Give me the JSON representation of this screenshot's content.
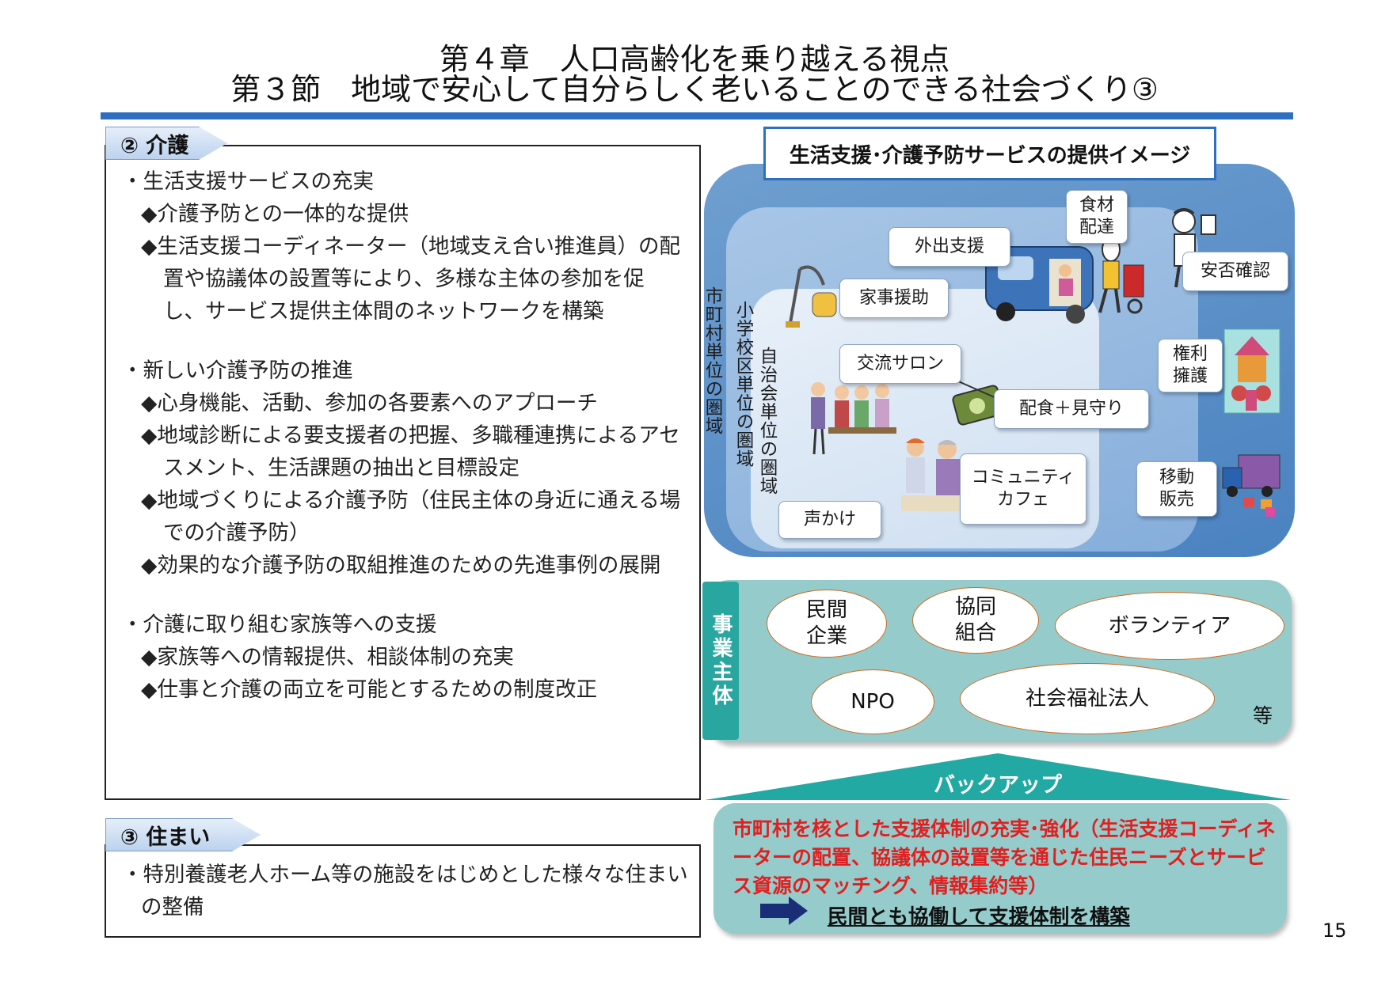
{
  "header": {
    "chapter_title": "第４章　人口高齢化を乗り越える視点",
    "section_title": "第３節　地域で安心して自分らしく老いることのできる社会づくり③"
  },
  "care": {
    "tag": "② 介護",
    "items": [
      {
        "kind": "h",
        "text": "・生活支援サービスの充実"
      },
      {
        "kind": "b",
        "text": "◆介護予防との一体的な提供"
      },
      {
        "kind": "b",
        "text": "◆生活支援コーディネーター（地域支え合い推進員）の配置や協議体の設置等により、多様な主体の参加を促し、サービス提供主体間のネットワークを構築"
      },
      {
        "kind": "gap",
        "text": ""
      },
      {
        "kind": "h",
        "text": "・新しい介護予防の推進"
      },
      {
        "kind": "b",
        "text": "◆心身機能、活動、参加の各要素へのアプローチ"
      },
      {
        "kind": "b",
        "text": "◆地域診断による要支援者の把握、多職種連携によるアセスメント、生活課題の抽出と目標設定"
      },
      {
        "kind": "b",
        "text": "◆地域づくりによる介護予防（住民主体の身近に通える場での介護予防）"
      },
      {
        "kind": "b",
        "text": "◆効果的な介護予防の取組推進のための先進事例の展開"
      },
      {
        "kind": "gap",
        "text": ""
      },
      {
        "kind": "h",
        "text": "・介護に取り組む家族等への支援"
      },
      {
        "kind": "b",
        "text": "◆家族等への情報提供、相談体制の充実"
      },
      {
        "kind": "b",
        "text": "◆仕事と介護の両立を可能とするための制度改正"
      }
    ]
  },
  "housing": {
    "tag": "③ 住まい",
    "text": "・特別養護老人ホーム等の施設をはじめとした様々な住まいの整備"
  },
  "diagram": {
    "title": "生活支援･介護予防サービスの提供イメージ",
    "zone_municipality": "市町村単位の圏域",
    "zone_school": "小学校区単位の圏域",
    "zone_neighborhood": "自治会単位の圏域",
    "labels": {
      "food_delivery": "食材\n配達",
      "outing": "外出支援",
      "safety_check": "安否確認",
      "housework": "家事援助",
      "salon": "交流サロン",
      "rights": "権利\n擁護",
      "meal": "配食＋見守り",
      "cafe": "コミュニティ\nカフェ",
      "mobile_sales": "移動\n販売",
      "greeting": "声かけ"
    }
  },
  "operators": {
    "tab": "事業主体",
    "items": {
      "private": "民間\n企業",
      "coop": "協同\n組合",
      "volunteer": "ボランティア",
      "npo": "NPO",
      "welfare": "社会福祉法人"
    },
    "etc": "等"
  },
  "backup": {
    "label": "バックアップ",
    "red_text": "市町村を核とした支援体制の充実･強化（生活支援コーディネーターの配置、協議体の設置等を通じた住民ニーズとサービス資源のマッチング、情報集約等）",
    "link_text": "民間とも協働して支援体制を構築"
  },
  "page_number": "15"
}
